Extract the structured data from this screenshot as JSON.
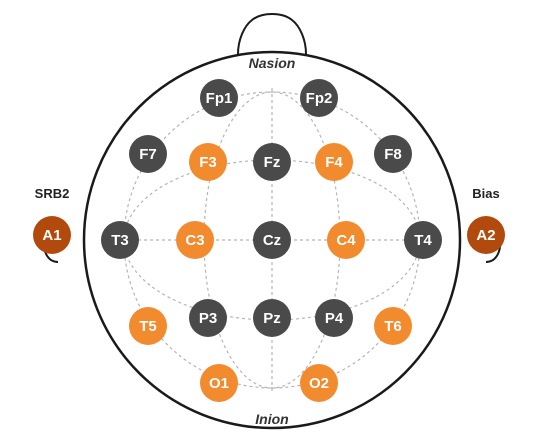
{
  "colors": {
    "gray": "#4a4a4a",
    "orange": "#f28a2e",
    "ear": "#b34a0d",
    "outline": "#1a1a1a",
    "grid": "#b5b5b5"
  },
  "landmarks": {
    "nasion": "Nasion",
    "inion": "Inion"
  },
  "ears": {
    "left": {
      "label": "A1",
      "caption": "SRB2"
    },
    "right": {
      "label": "A2",
      "caption": "Bias"
    }
  },
  "electrodes": [
    {
      "id": "fp1",
      "label": "Fp1",
      "color": "gray"
    },
    {
      "id": "fp2",
      "label": "Fp2",
      "color": "gray"
    },
    {
      "id": "f7",
      "label": "F7",
      "color": "gray"
    },
    {
      "id": "f3",
      "label": "F3",
      "color": "orange"
    },
    {
      "id": "fz",
      "label": "Fz",
      "color": "gray"
    },
    {
      "id": "f4",
      "label": "F4",
      "color": "orange"
    },
    {
      "id": "f8",
      "label": "F8",
      "color": "gray"
    },
    {
      "id": "t3",
      "label": "T3",
      "color": "gray"
    },
    {
      "id": "c3",
      "label": "C3",
      "color": "orange"
    },
    {
      "id": "cz",
      "label": "Cz",
      "color": "gray"
    },
    {
      "id": "c4",
      "label": "C4",
      "color": "orange"
    },
    {
      "id": "t4",
      "label": "T4",
      "color": "gray"
    },
    {
      "id": "t5",
      "label": "T5",
      "color": "orange"
    },
    {
      "id": "p3",
      "label": "P3",
      "color": "gray"
    },
    {
      "id": "pz",
      "label": "Pz",
      "color": "gray"
    },
    {
      "id": "p4",
      "label": "P4",
      "color": "gray"
    },
    {
      "id": "t6",
      "label": "T6",
      "color": "orange"
    },
    {
      "id": "o1",
      "label": "O1",
      "color": "orange"
    },
    {
      "id": "o2",
      "label": "O2",
      "color": "orange"
    }
  ]
}
